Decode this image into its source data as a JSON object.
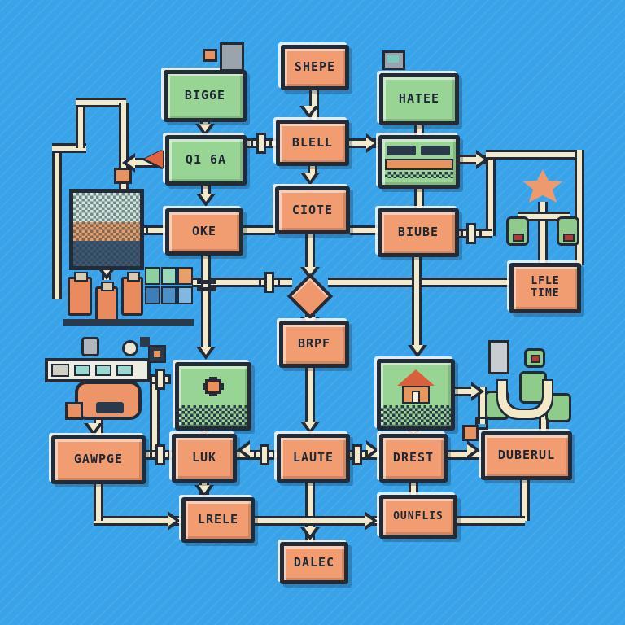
{
  "diagram": {
    "title": "pixel-art process flowchart",
    "background_color": "#39A3E9",
    "colors": {
      "orange_node": "#F29C72",
      "green_node": "#98D595",
      "outline": "#222B36",
      "pipe": "#F2E9C9",
      "diamond": "#F0976B"
    }
  },
  "nodes": {
    "shepe": {
      "label": "SHEPE"
    },
    "big6e": {
      "label": "BIG6E"
    },
    "hatee": {
      "label": "HATEE"
    },
    "q16a": {
      "label": "Q1 6A"
    },
    "blell": {
      "label": "BLELL"
    },
    "oke": {
      "label": "OKE"
    },
    "ciote": {
      "label": "CIOTE"
    },
    "biube": {
      "label": "BIUBE"
    },
    "lfle_time": {
      "line1": "LFLE",
      "line2": "TIME"
    },
    "brpf": {
      "label": "BRPF"
    },
    "gawpge": {
      "label": "GAWPGE"
    },
    "luk": {
      "label": "LUK"
    },
    "laute": {
      "label": "LAUTE"
    },
    "drest": {
      "label": "DREST"
    },
    "duberul": {
      "label": "DUBERUL"
    },
    "lrele": {
      "label": "LRELE"
    },
    "ounflis": {
      "label": "OUNFLIS"
    },
    "dalec": {
      "label": "DALEC"
    }
  },
  "icons": {
    "chip": "chip-icon",
    "gear": "gear-icon",
    "monitor": "monitor-icon",
    "factory": "factory-icon",
    "tank": "filter-tank-icon",
    "jars": "jar-icons",
    "tiles": "inventory-tiles-icon",
    "conveyor": "conveyor-icon",
    "mixer": "mixer-icon",
    "core_box": "core-box-icon",
    "house_box": "house-box-icon",
    "star_tower": "star-tower-icon",
    "robots": "robot-icons",
    "valves": "valve-icons",
    "decision": "decision-diamond",
    "connector_square": "connector-square-icon",
    "orange_arrow": "orange-arrow-icon"
  }
}
